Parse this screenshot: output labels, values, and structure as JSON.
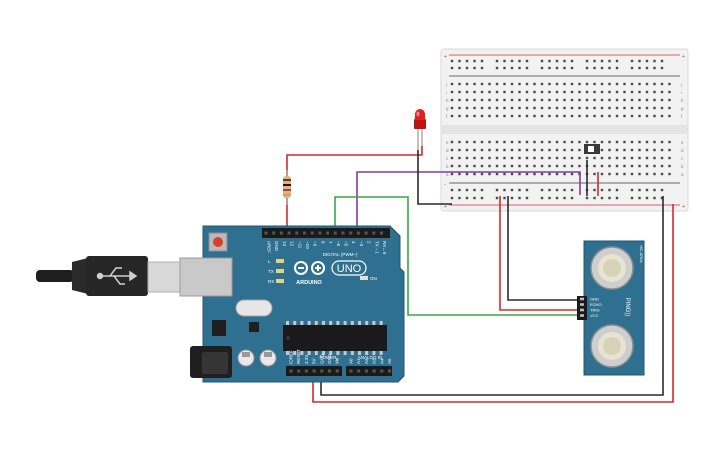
{
  "arduino": {
    "brand": "ARDUINO",
    "model": "UNO",
    "digital_label": "DIGITAL (PWM~)",
    "power_label": "POWER",
    "analog_label": "ANALOG IN",
    "on_label": "ON",
    "led_labels": [
      "L",
      "TX",
      "RX"
    ],
    "top_header_pins": [
      "AREF",
      "GND",
      "13",
      "12",
      "~11",
      "~10",
      "~9",
      "8",
      "7",
      "~6",
      "~5",
      "4",
      "~3",
      "2",
      "TX→1",
      "RX←0"
    ],
    "power_pins": [
      "IOREF",
      "RESET",
      "3.3V",
      "5V",
      "GND",
      "GND",
      "Vin"
    ],
    "analog_pins": [
      "A0",
      "A1",
      "A2",
      "A3",
      "A4",
      "A5"
    ],
    "colors": {
      "board": "#2f6f8f",
      "board_dark": "#215570"
    }
  },
  "sensor": {
    "model": "HC-SR04",
    "pin_labels": [
      "GND",
      "ECHO",
      "TRIG",
      "VCC"
    ],
    "brand_text": "PING))"
  },
  "breadboard": {
    "row_letters_top": [
      "j",
      "i",
      "h",
      "g",
      "f"
    ],
    "row_letters_bottom": [
      "e",
      "d",
      "c",
      "b",
      "a"
    ],
    "rail_plus": "+",
    "rail_minus": "-"
  },
  "wire_colors": {
    "red": "#d22b2b",
    "black": "#2a2a2a",
    "green": "#39a845",
    "purple": "#7b3fa0"
  }
}
